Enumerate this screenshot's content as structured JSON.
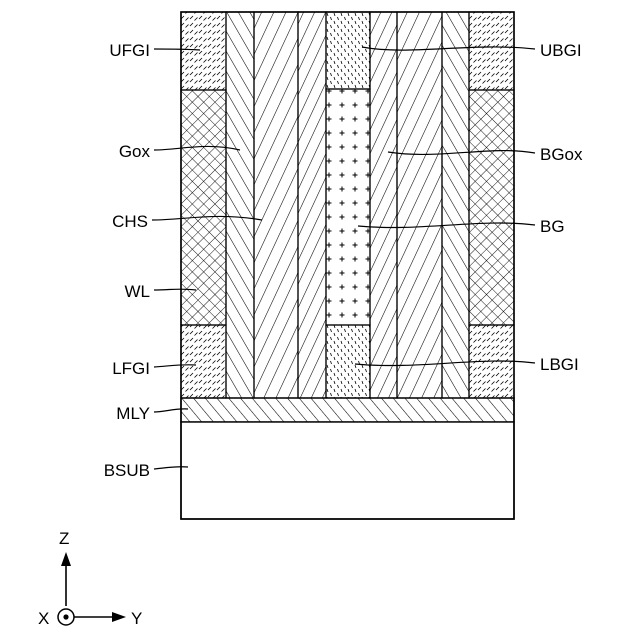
{
  "labels": {
    "ufgi": "UFGI",
    "gox": "Gox",
    "chs": "CHS",
    "wl": "WL",
    "lfgi": "LFGI",
    "mly": "MLY",
    "bsub": "BSUB",
    "ubgi": "UBGI",
    "bgox": "BGox",
    "bg": "BG",
    "lbgi": "LBGI"
  },
  "axes": {
    "z": "Z",
    "x": "X",
    "y": "Y"
  },
  "style": {
    "ink": "#000000",
    "paper": "#ffffff"
  }
}
